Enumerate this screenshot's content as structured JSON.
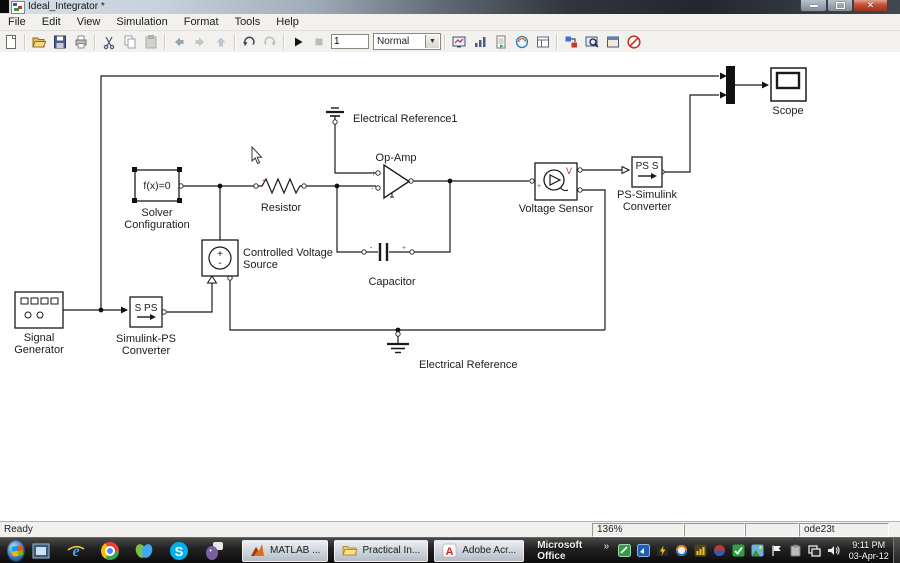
{
  "window": {
    "title": "Ideal_Integrator *"
  },
  "menu": {
    "items": [
      "File",
      "Edit",
      "View",
      "Simulation",
      "Format",
      "Tools",
      "Help"
    ]
  },
  "toolbar": {
    "sim_time": "1",
    "sim_mode": "Normal",
    "dropdown_arrow": "▼"
  },
  "diagram": {
    "marks": {
      "plus": "+",
      "minus": "-",
      "v": "V"
    },
    "solver": {
      "icon_text": "f(x)=0",
      "line1": "Solver",
      "line2": "Configuration"
    },
    "resistor": {
      "label": "Resistor"
    },
    "opamp": {
      "label": "Op-Amp"
    },
    "eref1": {
      "label": "Electrical Reference1"
    },
    "sensor": {
      "label": "Voltage Sensor"
    },
    "psconv": {
      "icon_text": "PS S",
      "line1": "PS-Simulink",
      "line2": "Converter"
    },
    "scope": {
      "label": "Scope"
    },
    "cvs": {
      "line1": "Controlled Voltage",
      "line2": "Source"
    },
    "capacitor": {
      "label": "Capacitor"
    },
    "siggen": {
      "line1": "Signal",
      "line2": "Generator"
    },
    "spconv": {
      "icon_text": "S PS",
      "line1": "Simulink-PS",
      "line2": "Converter"
    },
    "eref": {
      "label": "Electrical Reference"
    }
  },
  "statusbar": {
    "ready": "Ready",
    "zoom_level": "136%",
    "solver_name": "ode23t"
  },
  "taskbar": {
    "buttons": [
      {
        "label": "MATLAB ..."
      },
      {
        "label": "Practical In..."
      },
      {
        "label": "Adobe Acr..."
      }
    ],
    "office_label": "Microsoft Office",
    "overflow_chevron": "»",
    "clock": {
      "time": "9:11 PM",
      "date": "03-Apr-12"
    }
  }
}
